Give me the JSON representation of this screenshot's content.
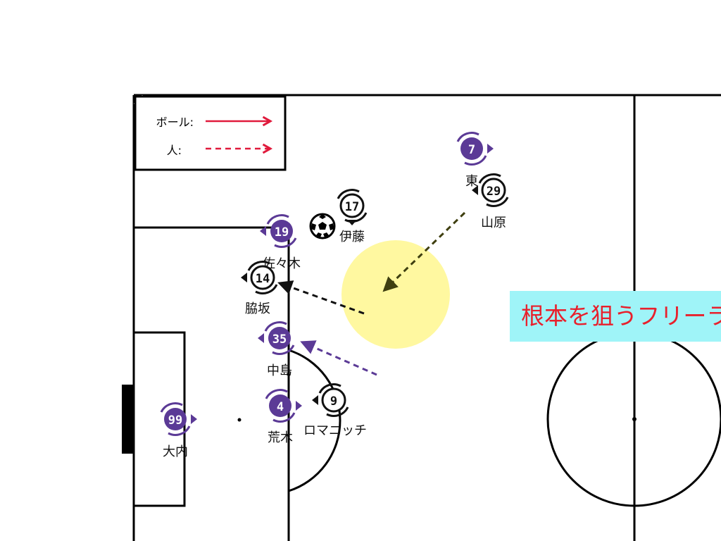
{
  "colors": {
    "team_home": "#5b3a96",
    "team_away": "#ffffff",
    "ball_arrow": "#e01a3c",
    "home_run_arrow": "#5b3a96",
    "away_run_arrow": "#111111",
    "target_zone": "#fff8a0",
    "callout_bg": "#9ff4f8",
    "callout_text": "#e8202c"
  },
  "legend": {
    "ball_label": "ボール:",
    "person_label": "人:"
  },
  "callout": {
    "text": "根本を狙うフリーラン"
  },
  "players": [
    {
      "id": "p7",
      "team": "home",
      "number": "7",
      "name": "東"
    },
    {
      "id": "p19",
      "team": "home",
      "number": "19",
      "name": "佐々木"
    },
    {
      "id": "p35",
      "team": "home",
      "number": "35",
      "name": "中島"
    },
    {
      "id": "p4",
      "team": "home",
      "number": "4",
      "name": "荒木"
    },
    {
      "id": "p99",
      "team": "home",
      "number": "99",
      "name": "大内"
    },
    {
      "id": "p17",
      "team": "away",
      "number": "17",
      "name": "伊藤"
    },
    {
      "id": "p29",
      "team": "away",
      "number": "29",
      "name": "山原"
    },
    {
      "id": "p14",
      "team": "away",
      "number": "14",
      "name": "脇坂"
    },
    {
      "id": "p9",
      "team": "away",
      "number": "9",
      "name": "ロマニッチ"
    }
  ],
  "ball": {
    "icon": "soccer-ball-icon"
  }
}
